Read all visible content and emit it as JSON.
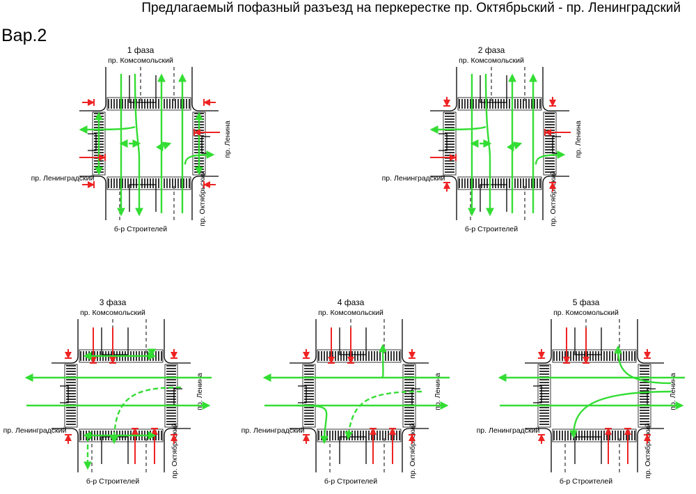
{
  "title": "Предлагаемый пофазный разъезд на перкерестке пр. Октябрьский - пр. Ленинградский",
  "variant": "Вар.2",
  "streets": {
    "north": "пр. Комсомольский",
    "south": "б-р Строителей",
    "west": "пр. Ленинградский",
    "east": "пр. Ленина",
    "corner": "пр. Октябрьский"
  },
  "phases": [
    {
      "label": "1 фаза"
    },
    {
      "label": "2 фаза"
    },
    {
      "label": "3 фаза"
    },
    {
      "label": "4 фаза"
    },
    {
      "label": "5 фаза"
    }
  ],
  "colors": {
    "allowed_movement": "#33dd33",
    "stopped_movement": "#ee2222",
    "road_outline": "#000000"
  }
}
